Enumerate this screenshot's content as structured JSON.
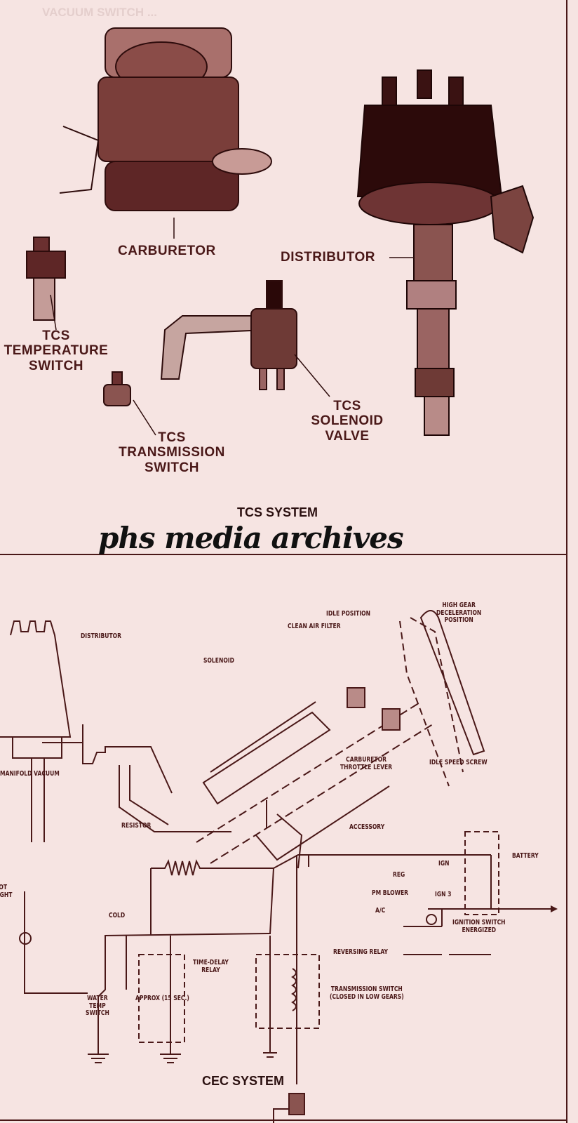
{
  "colors": {
    "paper": "#f6e4e2",
    "ink": "#4a1818",
    "watermark": "#111111"
  },
  "tcs": {
    "labels": {
      "carburetor": "CARBURETOR",
      "distributor": "DISTRIBUTOR",
      "temp_switch": [
        "TCS",
        "TEMPERATURE",
        "SWITCH"
      ],
      "transmission_switch": [
        "TCS",
        "TRANSMISSION",
        "SWITCH"
      ],
      "solenoid_valve": [
        "TCS",
        "SOLENOID",
        "VALVE"
      ]
    },
    "caption": "TCS SYSTEM"
  },
  "watermark": "phs media archives",
  "cec": {
    "labels": {
      "distributor": "DISTRIBUTOR",
      "idle_position": "IDLE POSITION",
      "clean_air_filter": "CLEAN AIR FILTER",
      "high_gear": [
        "HIGH GEAR",
        "DECELERATION",
        "POSITION"
      ],
      "solenoid": "SOLENOID",
      "manifold_vacuum": "MANIFOLD VACUUM",
      "carb_throttle_lever": [
        "CARBURETOR",
        "THROTTLE LEVER"
      ],
      "idle_speed_screw": "IDLE SPEED SCREW",
      "resistor": "RESISTOR",
      "accessory": "ACCESSORY",
      "battery": "BATTERY",
      "ign": "IGN",
      "reg": "REG",
      "pm_blower": "PM BLOWER",
      "ign3": "IGN 3",
      "ac": "A/C",
      "ignition_switch": [
        "IGNITION SWITCH",
        "ENERGIZED"
      ],
      "hot_light": [
        "HOT",
        "LIGHT"
      ],
      "cold": "COLD",
      "time_delay_relay": [
        "TIME-DELAY",
        "RELAY"
      ],
      "reversing_relay": "REVERSING RELAY",
      "water_temp_switch": [
        "WATER",
        "TEMP",
        "SWITCH"
      ],
      "approx": "APPROX (15 SEC.)",
      "transmission_switch": [
        "TRANSMISSION SWITCH",
        "(CLOSED IN LOW GEARS)"
      ]
    },
    "caption": "CEC SYSTEM"
  }
}
